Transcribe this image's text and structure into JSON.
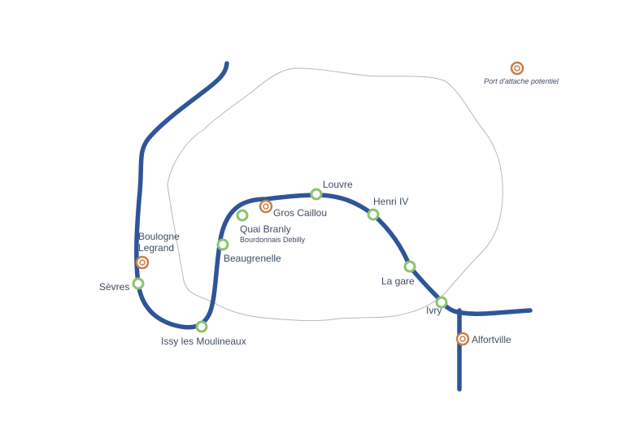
{
  "colors": {
    "river": "#2f5597",
    "city_outline": "#b8b8b8",
    "stop_green": "#8dc26f",
    "port_orange": "#c8804a",
    "label_text": "#3f4d63"
  },
  "legend": {
    "label": "Port d'attache potentiel",
    "icon": "double-ring-orange-icon"
  },
  "stations": {
    "boulogne": {
      "line1": "Boulogne",
      "line2": "Legrand",
      "kind": "port"
    },
    "sevres": {
      "label": "Sèvres",
      "kind": "stop"
    },
    "issy": {
      "label": "Issy les Moulineaux",
      "kind": "stop"
    },
    "beaugrenelle": {
      "label": "Beaugrenelle",
      "kind": "stop"
    },
    "quai_branly": {
      "label": "Quai Branly",
      "sublabel": "Bourdonnais Debilly",
      "kind": "stop"
    },
    "gros_caillou": {
      "label": "Gros Caillou",
      "kind": "port"
    },
    "louvre": {
      "label": "Louvre",
      "kind": "stop"
    },
    "henri_iv": {
      "label": "Henri IV",
      "kind": "stop"
    },
    "la_gare": {
      "label": "La gare",
      "kind": "stop"
    },
    "ivry": {
      "label": "Ivry",
      "kind": "stop"
    },
    "alfortville": {
      "label": "Alfortville",
      "kind": "port"
    }
  }
}
